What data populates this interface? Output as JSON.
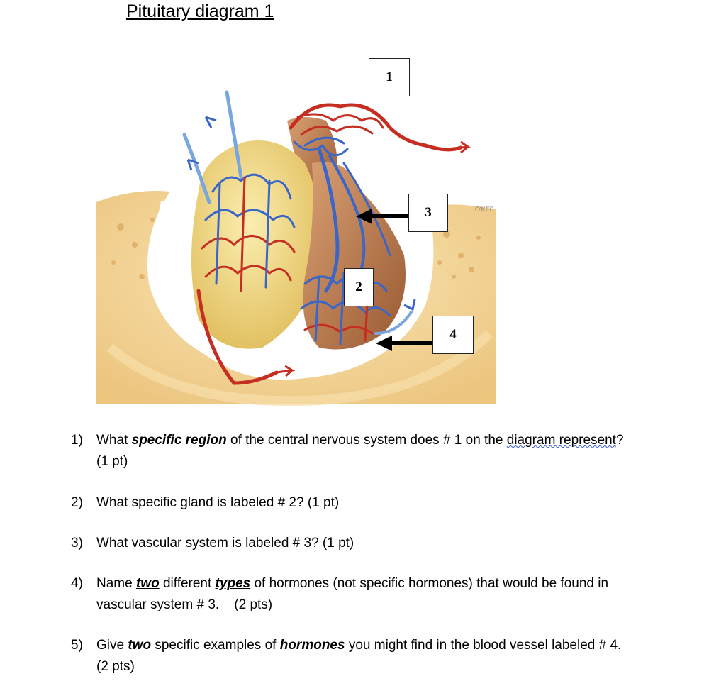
{
  "page": {
    "title": "Pituitary diagram 1"
  },
  "diagram": {
    "labels": [
      "1",
      "2",
      "3",
      "4"
    ],
    "watermark": "O'KEE",
    "colors": {
      "artery": "#c62e22",
      "vein": "#3a66c8",
      "bone": "#f0cf8e",
      "posterior_lobe": "#b9774a",
      "anterior_lobe": "#f2dc86"
    }
  },
  "questions": [
    {
      "number": "1)",
      "parts": {
        "a": "What ",
        "b": "specific region ",
        "c": "of the ",
        "d": "central nervous system",
        "e": " does # 1 on the ",
        "f": "diagram represent",
        "g": "?",
        "h": "(1 pt)"
      }
    },
    {
      "number": "2)",
      "text": "What specific gland is labeled # 2? (1 pt)"
    },
    {
      "number": "3)",
      "text": "What vascular system is labeled # 3? (1 pt)"
    },
    {
      "number": "4)",
      "parts": {
        "a": " Name ",
        "b": "two",
        "c": " different ",
        "d": "types",
        "e": " of hormones (not specific hormones) that would be found in",
        "f": "vascular system # 3.    (2 pts)"
      }
    },
    {
      "number": "5)",
      "parts": {
        "a": "Give ",
        "b": "two",
        "c": " specific examples of ",
        "d": "hormones",
        "e": " you might find in the blood vessel labeled # 4.",
        "f": "(2 pts)"
      }
    }
  ]
}
